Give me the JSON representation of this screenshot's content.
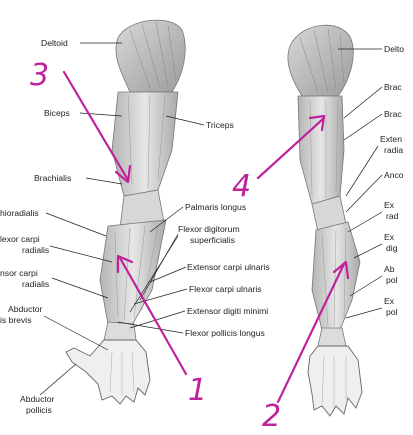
{
  "labels": {
    "deltoid": "Deltoid",
    "biceps": "Biceps",
    "triceps": "Triceps",
    "brachialis": "Brachialis",
    "palmaris_longus": "Palmaris longus",
    "brachioradialis": "hioradialis",
    "flexor_digitorum": "Flexor digitorum\nsuperficialis",
    "flexor_carpi_radialis": "lexor carpi\nradialis",
    "palmaris_longus_l": "nsor carpi\nradialis",
    "extensor_carpi_ulnaris": "Extensor carpi ulnaris",
    "abductor_brevis": "Abductor\nis brevis",
    "flexor_carpi_ulnaris": "Flexor carpi ulnaris",
    "extensor_digiti_minimi": "Extensor digiti minimi",
    "flexor_pollicis_longus": "Flexor pollicis longus",
    "abductor_pollicis": "Abductor\npollicis",
    "r_deltoid": "Delto",
    "r_brac1": "Brac",
    "r_brac2": "Brac",
    "r_exten": "Exten\nradia",
    "r_anco": "Anco",
    "r_ex1": "Ex\nrad",
    "r_ex2": "Ex\ndig",
    "r_ab": "Ab\npol",
    "r_ex3": "Ex\npol"
  },
  "annotations": {
    "n3": "3",
    "n4": "4",
    "n1": "1",
    "n2": "2"
  },
  "colors": {
    "annotation": "#c0229c",
    "muscle": "#c9c9c9",
    "text": "#222222"
  }
}
